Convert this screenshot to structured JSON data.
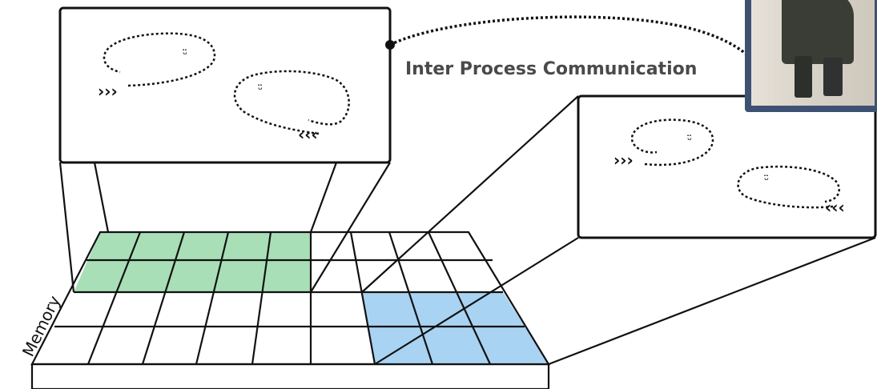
{
  "ipc_label": "Inter Process Communication",
  "memory_label": "Memory",
  "face_glyph": "ᵕ̈",
  "colors": {
    "green_region": "#a8dfb7",
    "blue_region": "#a9d3f2",
    "line": "#111111",
    "video_border": "#3e5172"
  },
  "icons": {
    "webcam_overlay": "person-video-thumbnail",
    "process_thread": "dotted-loop-arrow"
  }
}
